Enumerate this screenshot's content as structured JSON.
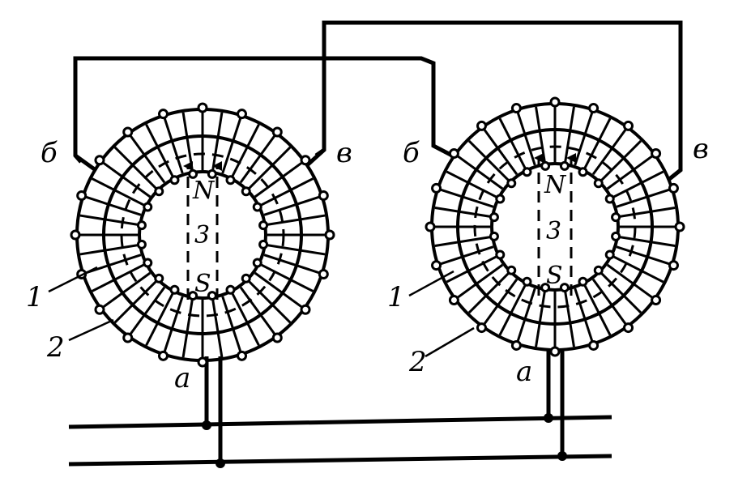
{
  "left_unit": {
    "label_a": "a",
    "label_b": "б",
    "label_v": "в",
    "label_1": "1",
    "label_2": "2",
    "label_3": "3",
    "pole_n": "N",
    "pole_s": "S"
  },
  "right_unit": {
    "label_a": "a",
    "label_b": "б",
    "label_v": "в",
    "label_1": "1",
    "label_2": "2",
    "label_3": "3",
    "pole_n": "N",
    "pole_s": "S"
  }
}
